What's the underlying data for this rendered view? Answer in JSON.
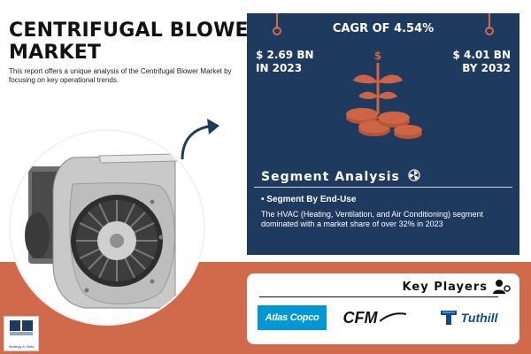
{
  "header": {
    "title_line1": "CENTRIFUGAL BLOWER",
    "title_line2": "MARKET",
    "subtitle": "This report offers a unique analysis of the Centrifugal Blower Market by focusing on key operational trends."
  },
  "stats": {
    "cagr": "CAGR OF 4.54%",
    "left_value": "$ 2.69 BN",
    "left_year": "IN 2023",
    "right_value": "$ 4.01 BN",
    "right_year": "BY 2032"
  },
  "segment": {
    "title": "Segment Analysis",
    "subheading": "• Segment By End-Use",
    "description": "The HVAC (Heating, Ventilation, and Air Conditioning) segment dominated with a market share of over 32% in 2023"
  },
  "key_players": {
    "title": "Key Players",
    "logos": [
      "Atlas Copco",
      "CFM",
      "Tuthill"
    ]
  },
  "branding": {
    "text": "Strategy & Stats"
  },
  "colors": {
    "panel": "#1f3a5f",
    "orange_band": "#d06a4b",
    "coins": "#cc6446",
    "atlas_blue": "#0098d4",
    "tuthill_blue": "#124a8b"
  },
  "icons": [
    "arrow-icon",
    "pin-icon",
    "money-plant-icon",
    "fan-icon",
    "user-key-icon",
    "tuthill-t-icon",
    "blower-illustration"
  ]
}
